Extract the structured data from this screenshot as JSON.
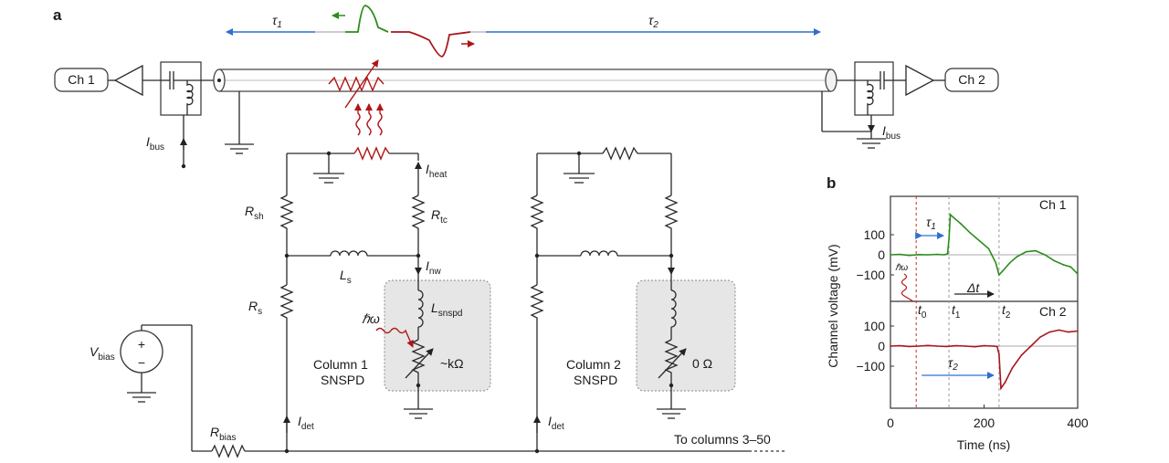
{
  "panel_a": {
    "label": "a",
    "ch1": "Ch 1",
    "ch2": "Ch 2",
    "tau1": "τ",
    "tau1_sub": "1",
    "tau2": "τ",
    "tau2_sub": "2",
    "ibus_left": "I",
    "ibus_left_sub": "bus",
    "ibus_right": "I",
    "ibus_right_sub": "bus",
    "iheat": "I",
    "iheat_sub": "heat",
    "rsh": "R",
    "rsh_sub": "sh",
    "rtc": "R",
    "rtc_sub": "tc",
    "ls": "L",
    "ls_sub": "s",
    "inw": "I",
    "inw_sub": "nw",
    "rs": "R",
    "rs_sub": "s",
    "lsnspd": "L",
    "lsnspd_sub": "snspd",
    "hbar_omega": "ℏω",
    "vbias": "V",
    "vbias_sub": "bias",
    "plus": "+",
    "minus": "−",
    "column1_line1": "Column 1",
    "column1_line2": "SNSPD",
    "column2_line1": "Column 2",
    "column2_line2": "SNSPD",
    "kohm": "~kΩ",
    "zero_ohm": "0 Ω",
    "idet1": "I",
    "idet1_sub": "det",
    "idet2": "I",
    "idet2_sub": "det",
    "rbias": "R",
    "rbias_sub": "bias",
    "to_columns": "To columns 3–50",
    "colors": {
      "blue_arrow": "#2f6fd0",
      "green_pulse": "#2e8b1e",
      "red_pulse": "#a8161c",
      "snspd_box": "#e6e6e6"
    }
  },
  "panel_b": {
    "label": "b",
    "ch1": "Ch 1",
    "ch2": "Ch 2",
    "ylabel": "Channel voltage (mV)",
    "xlabel": "Time (ns)",
    "tau1": "τ",
    "tau1_sub": "1",
    "tau2": "τ",
    "tau2_sub": "2",
    "delta_t": "Δt",
    "t0": "t",
    "t0_sub": "0",
    "t1": "t",
    "t1_sub": "1",
    "t2": "t",
    "t2_sub": "2",
    "hbar_omega": "ℏω"
  },
  "chart_data": {
    "type": "line",
    "xlabel": "Time (ns)",
    "ylabel": "Channel voltage (mV)",
    "xlim": [
      0,
      400
    ],
    "x_ticks": [
      0,
      200,
      400
    ],
    "y_ticks": [
      100,
      0,
      -100
    ],
    "markers_ns": {
      "t0": 55,
      "t1": 125,
      "t2": 232
    },
    "series": [
      {
        "name": "Ch 1",
        "color": "#2e8b1e",
        "ylim": [
          -230,
          230
        ],
        "x": [
          0,
          20,
          40,
          60,
          80,
          100,
          115,
          122,
          125,
          128,
          135,
          150,
          170,
          190,
          210,
          225,
          232,
          240,
          255,
          270,
          290,
          310,
          330,
          350,
          370,
          385,
          400
        ],
        "y": [
          0,
          2,
          -3,
          1,
          0,
          2,
          0,
          5,
          80,
          200,
          185,
          155,
          110,
          70,
          30,
          -40,
          -100,
          -80,
          -40,
          -10,
          15,
          20,
          0,
          -30,
          -50,
          -60,
          -95
        ]
      },
      {
        "name": "Ch 2",
        "color": "#a8161c",
        "ylim": [
          -230,
          230
        ],
        "x": [
          0,
          20,
          40,
          60,
          80,
          100,
          120,
          140,
          160,
          180,
          200,
          220,
          228,
          232,
          236,
          245,
          260,
          280,
          300,
          320,
          340,
          360,
          380,
          400
        ],
        "y": [
          0,
          2,
          -2,
          0,
          3,
          0,
          -2,
          2,
          0,
          -3,
          2,
          0,
          -2,
          -40,
          -210,
          -180,
          -110,
          -45,
          0,
          45,
          70,
          80,
          70,
          75
        ]
      }
    ]
  }
}
